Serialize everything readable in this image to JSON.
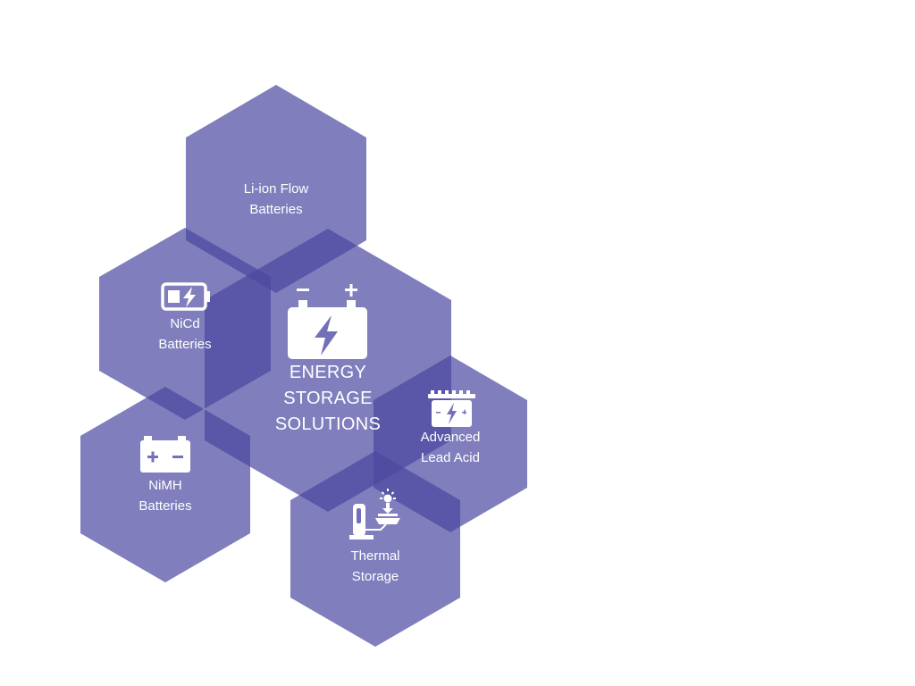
{
  "colors": {
    "hexagon": "#4a479f",
    "text": "#ffffff"
  },
  "center": {
    "icon": "car-battery-icon",
    "lines": [
      "ENERGY",
      "STORAGE",
      "SOLUTIONS"
    ]
  },
  "nodes": [
    {
      "id": "li-ion-flow",
      "icon": "",
      "lines": [
        "Li-ion Flow",
        "Batteries"
      ]
    },
    {
      "id": "nicd",
      "icon": "battery-charging-icon",
      "lines": [
        "NiCd",
        "Batteries"
      ]
    },
    {
      "id": "nimh",
      "icon": "battery-plus-minus-icon",
      "lines": [
        "NiMH",
        "Batteries"
      ]
    },
    {
      "id": "advanced-lead-acid",
      "icon": "lead-acid-battery-icon",
      "lines": [
        "Advanced",
        "Lead Acid"
      ]
    },
    {
      "id": "thermal",
      "icon": "solar-thermal-storage-icon",
      "lines": [
        "Thermal",
        "Storage"
      ]
    }
  ]
}
